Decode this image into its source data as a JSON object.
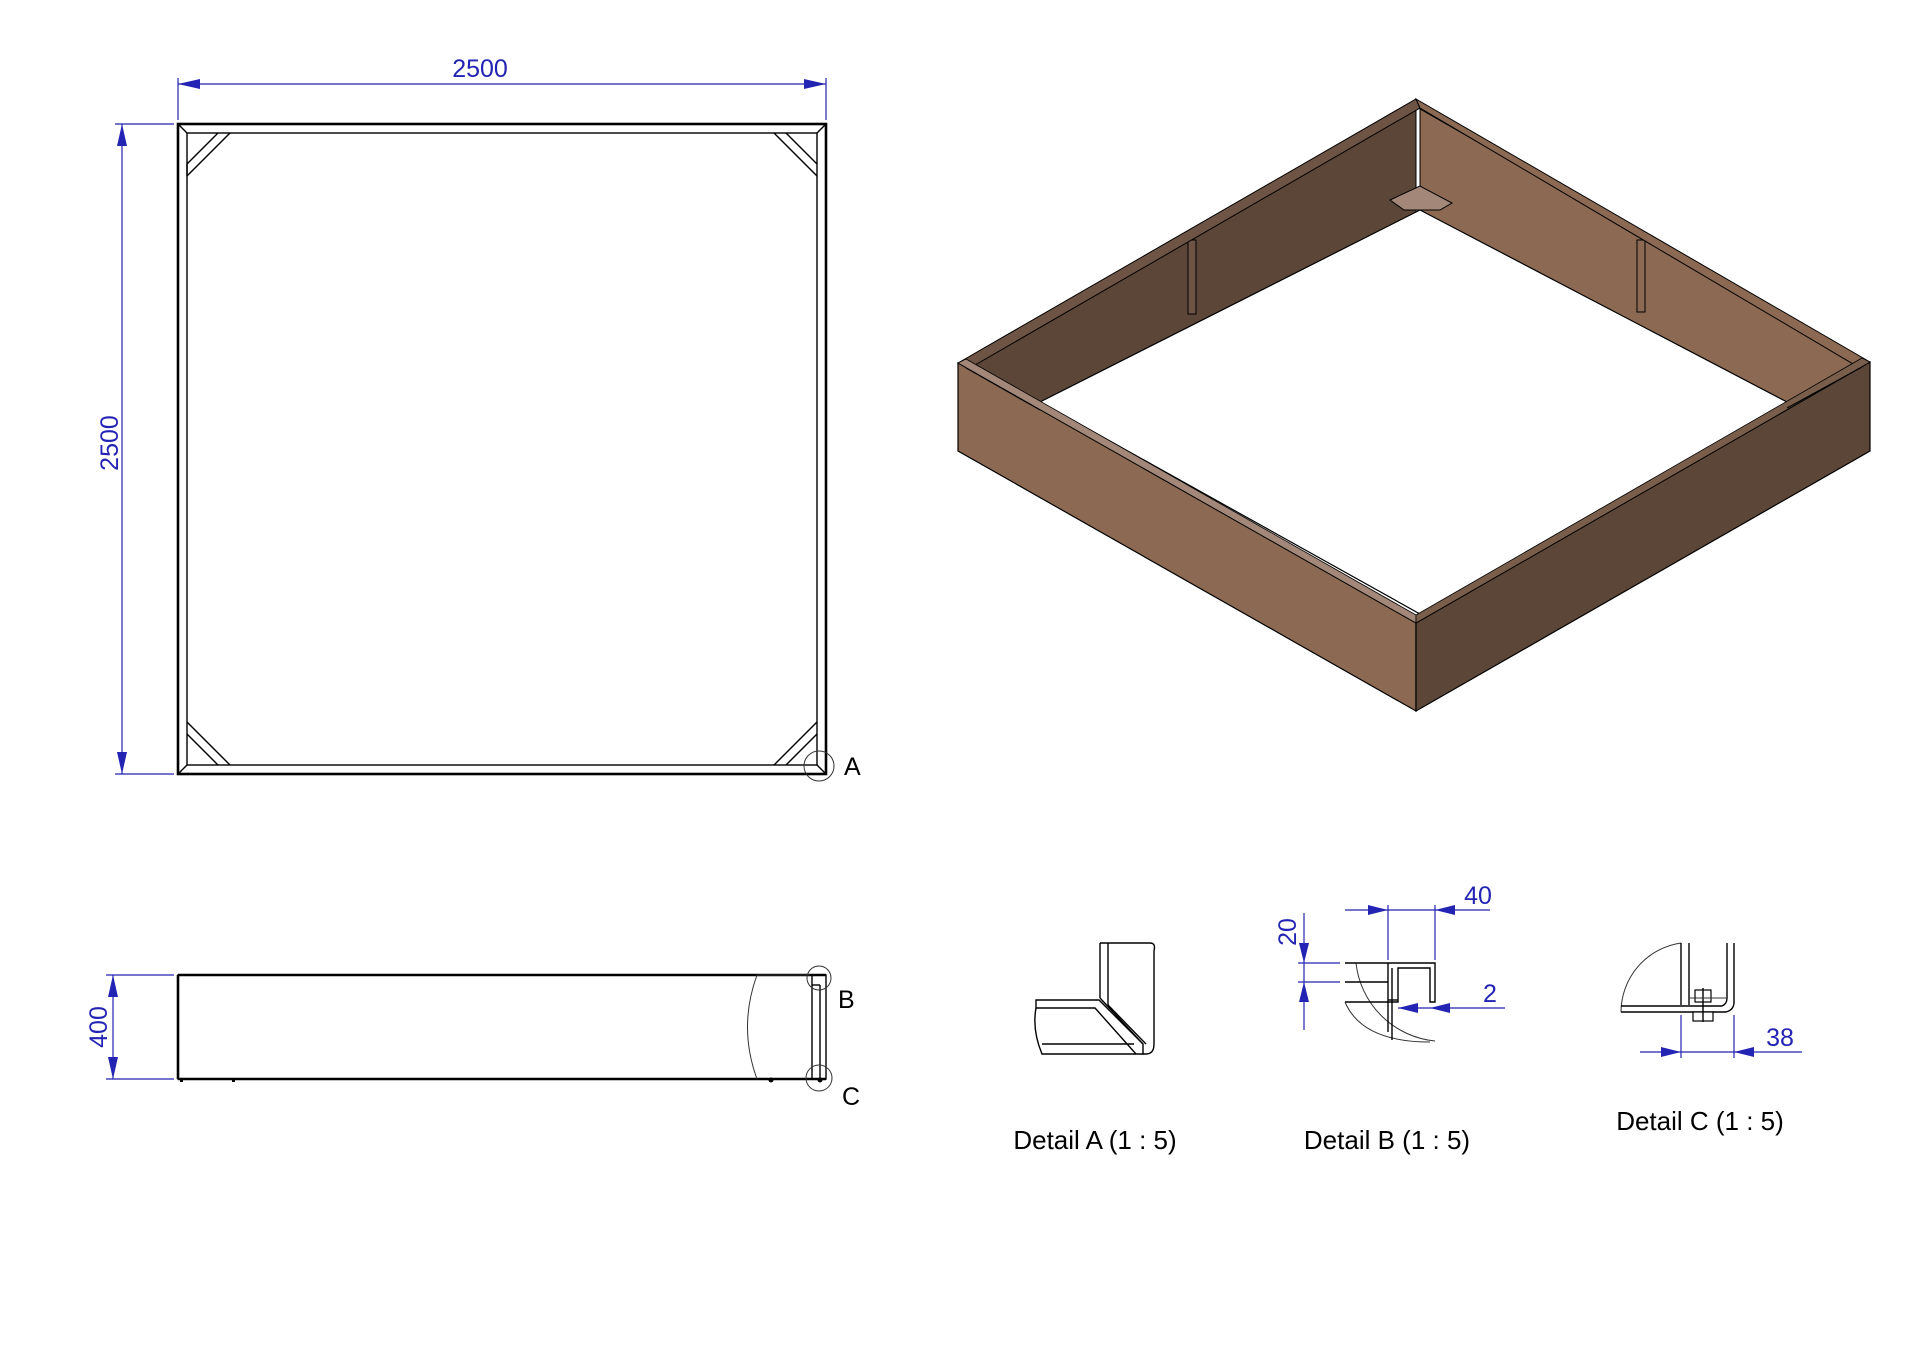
{
  "dimensions": {
    "top_width": "2500",
    "top_height": "2500",
    "front_height": "400",
    "detail_b_flange": "40",
    "detail_b_lip": "20",
    "detail_b_thickness": "2",
    "detail_c_offset": "38"
  },
  "callouts": {
    "a": "A",
    "b": "B",
    "c": "C"
  },
  "detail_labels": {
    "a": "Detail A (1 : 5)",
    "b": "Detail B (1 : 5)",
    "c": "Detail C (1 : 5)"
  },
  "colors": {
    "dimension": "#2323b4",
    "panel_outer": "#8b6952",
    "panel_inner": "#5b4637",
    "panel_top_edge": "#6e5444",
    "outline": "#000000"
  }
}
